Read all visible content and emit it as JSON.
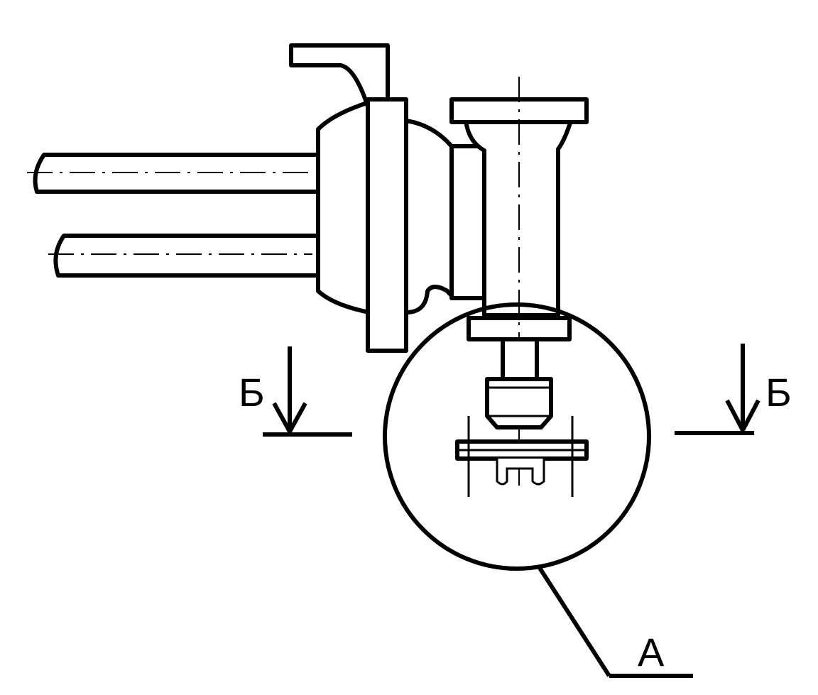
{
  "labels": {
    "section_left": "Б",
    "section_right": "Б",
    "detail": "А"
  },
  "colors": {
    "stroke": "#000000",
    "background": "#ffffff"
  }
}
